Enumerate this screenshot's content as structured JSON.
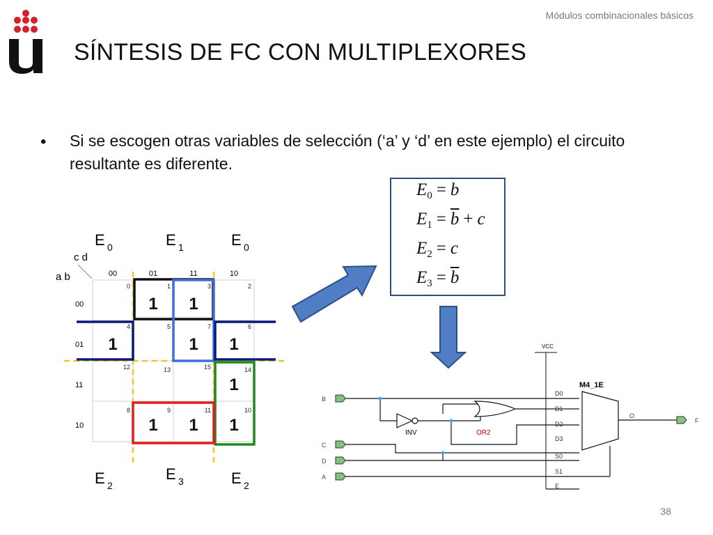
{
  "header": {
    "running_title": "Módulos combinacionales básicos"
  },
  "slide": {
    "title": "SÍNTESIS DE FC CON MULTIPLEXORES",
    "bullet_char": "•",
    "bullet": "Si se escogen otras variables de selección (‘a’ y ‘d’ en este ejemplo) el circuito resultante es diferente.",
    "page_number": "38"
  },
  "equations": [
    {
      "lhs": "E",
      "sub": "0",
      "op": "=",
      "rhs": "b",
      "rhs_bar": false
    },
    {
      "lhs": "E",
      "sub": "1",
      "op": "=",
      "rhs_bar_part": "b",
      "plus": "+",
      "rhs_tail": "c"
    },
    {
      "lhs": "E",
      "sub": "2",
      "op": "=",
      "rhs": "c",
      "rhs_bar": false
    },
    {
      "lhs": "E",
      "sub": "3",
      "op": "=",
      "rhs": "b",
      "rhs_bar": true
    }
  ],
  "kmap": {
    "vars_cd": "c d",
    "vars_ab": "a b",
    "col_headers": [
      "00",
      "01",
      "11",
      "10"
    ],
    "row_headers": [
      "00",
      "01",
      "11",
      "10"
    ],
    "cell_indices": [
      [
        "0",
        "1",
        "3",
        "2"
      ],
      [
        "4",
        "5",
        "7",
        "6"
      ],
      [
        "12",
        "13",
        "15",
        "14"
      ],
      [
        "8",
        "9",
        "11",
        "10"
      ]
    ],
    "cell_values": [
      [
        "",
        "1",
        "1",
        ""
      ],
      [
        "1",
        "",
        "1",
        "1"
      ],
      [
        "",
        "",
        "",
        "1"
      ],
      [
        "",
        "1",
        "1",
        "1"
      ]
    ],
    "top_labels": [
      {
        "E": "E",
        "sub": "0"
      },
      {
        "E": "E",
        "sub": "1"
      },
      {
        "E": "E",
        "sub": "0"
      }
    ],
    "bottom_labels": [
      {
        "E": "E",
        "sub": "2"
      },
      {
        "E": "E",
        "sub": "3"
      },
      {
        "E": "E",
        "sub": "2"
      }
    ],
    "group_colors": {
      "black": "#111111",
      "blue": "#3b6fe0",
      "navy": "#0a1a7a",
      "green": "#1e8a1e",
      "red": "#e01e1e",
      "guide": "#f2c230"
    }
  },
  "circuit": {
    "vcc": "VCC",
    "mux_name": "M4_1E",
    "inputs": [
      "B",
      "C",
      "D",
      "A"
    ],
    "output": "F",
    "mux_pins_left": [
      "D0",
      "D1",
      "D2",
      "D3",
      "S0",
      "S1",
      "E"
    ],
    "mux_pin_out": "O",
    "inv_label": "INV",
    "or_label": "OR2"
  },
  "colors": {
    "arrow_fill": "#4f7ec4",
    "arrow_stroke": "#2d4f86",
    "wire": "#111111",
    "junction": "#2bb3e6"
  }
}
